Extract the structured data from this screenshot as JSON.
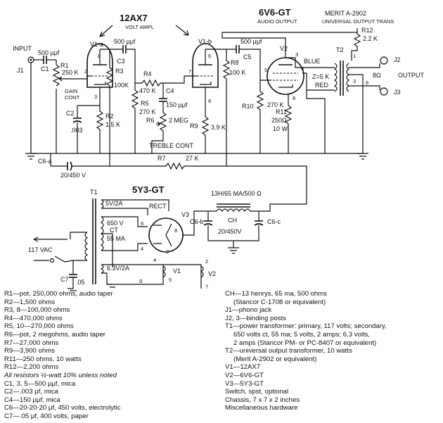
{
  "schematic": {
    "tube1": {
      "type": "12AX7",
      "function": "VOLT AMPL"
    },
    "tube2": {
      "type": "6V6-GT",
      "function": "AUDIO OUTPUT"
    },
    "rectifier": {
      "type": "5Y3-GT",
      "label": "RECT"
    },
    "transformer_note": {
      "line1": "MERIT A-2902",
      "line2": "UNIVERSAL OUTPUT TRANS"
    },
    "labels": {
      "input": "INPUT",
      "j1": "J1",
      "c1": "C1",
      "c1_val": "500 μμf",
      "r1": "R1",
      "r1_val": "250 K",
      "gain_cont": "GAIN",
      "gain_cont2": "CONT",
      "v1a": "V1-a",
      "v1b": "V1-b",
      "c3": "C3",
      "c3_val": "500 μμf",
      "r3": "R3",
      "r3_val": "100K",
      "r4": "R4",
      "r4_val": "470 K",
      "c4": "C4",
      "c4_val": "150 μμf",
      "r5": "R5",
      "r5_val": "270 K",
      "r6": "R6",
      "r6_val": "2 MEG",
      "treble_cont": "TREBLE CONT",
      "r2": "R2",
      "r2_val": "1.5 K",
      "c2": "C2",
      "c2_val": ".003",
      "r9": "R9",
      "r9_val": "3.9 K",
      "r8": "R8",
      "r8_val": "100 K",
      "c5": "C5",
      "c5_val": "500 μμf",
      "v2": "V2",
      "r10": "R10",
      "r10_val": "270 K",
      "r11": "R11",
      "r11_val1": "250Ω",
      "r11_val2": "10 W",
      "blue": "BLUE",
      "red": "RED",
      "t2": "T2",
      "z": "Z=5 K",
      "r12": "R12",
      "r12_val": "2.2 K",
      "j2": "J2",
      "j3": "J3",
      "eight_ohm": "8Ω",
      "output": "OUTPUT",
      "c6a": "C6-a",
      "c6a_val": "20/450 V",
      "r7": "R7",
      "r7_val": "27 K",
      "t1": "T1",
      "ch_spec": "13H/65 MA/500 Ω",
      "ch": "CH",
      "c6b": "C6-b",
      "c6c": "C6-c",
      "c6bc_val": "20/450V",
      "v3": "V3",
      "sec_5v": "5V/2A",
      "sec_650v": "650 V",
      "ct": "CT",
      "ma55": "55 MA",
      "sec_63v": "6.3V/2A",
      "ac": "117 VAC",
      "c7": "C7",
      "c7_val": ".05",
      "v1": "V1",
      "v2h": "V2",
      "p1": "1",
      "p2": "2",
      "p3": "3",
      "p4": "4",
      "p5": "5",
      "p6": "6",
      "p7": "7",
      "p8": "8",
      "p9": "9"
    }
  },
  "parts_left": [
    "R1—pot, 250,000 ohms, audio taper",
    "R2—1,500 ohms",
    "R3, 8—100,000 ohms",
    "R4—470,000 ohms",
    "R5, 10—270,000 ohms",
    "R6—pot, 2 megohms, audio taper",
    "R7—27,000 ohms",
    "R9—3,900 ohms",
    "R11—250 ohms, 10 watts",
    "R12—2,200 ohms",
    "All resistors ½-watt 10% unless noted",
    "C1, 3, 5—500 μμf, mica",
    "C2—.003 μf, mica",
    "C4—150 μμf, mica",
    "C6—20-20-20 μf, 450 volts, electrolytic",
    "C7—.05 μf, 400 volts, paper"
  ],
  "parts_right": [
    "CH—13 henrys, 65 ma, 500 ohms",
    "(Stancor C-1708 or equivalent)",
    "J1—phono jack",
    "J2, 3—binding posts",
    "T1—power transformer: primary, 117 volts; secondary,",
    "650 volts ct, 55 ma; 5 volts, 2 amps; 6.3 volts,",
    "2 amps (Stancor PM- or PC-8407 or equivalent)",
    "T2—universal output transformer, 10 watts",
    "(Merit A-2902 or equivalent)",
    "V1—12AX7",
    "V2—6V6-GT",
    "V3—5Y3-GT",
    "Switch, spst, optional",
    "Chassis, 7 x 7 x 2 inches",
    "Miscellaneous hardware"
  ]
}
